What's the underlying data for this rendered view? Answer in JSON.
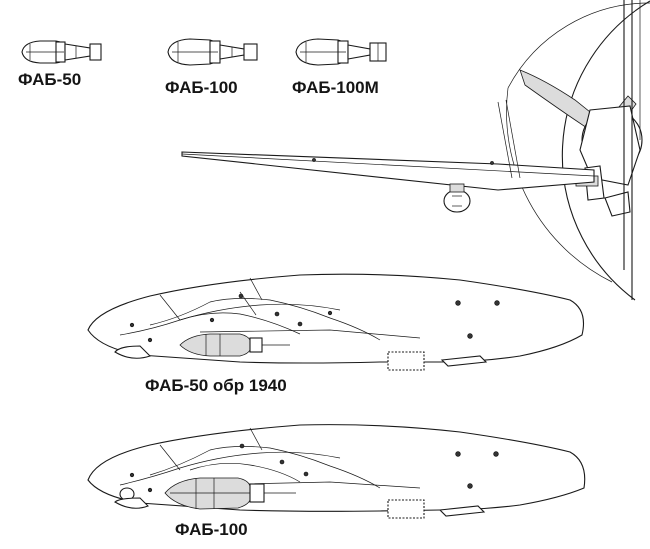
{
  "bomb_labels": {
    "fab50": "ФАБ-50",
    "fab100": "ФАБ-100",
    "fab100m": "ФАБ-100М"
  },
  "installation_labels": {
    "fab50_1940": "ФАБ-50 обр 1940",
    "fab100": "ФАБ-100"
  }
}
